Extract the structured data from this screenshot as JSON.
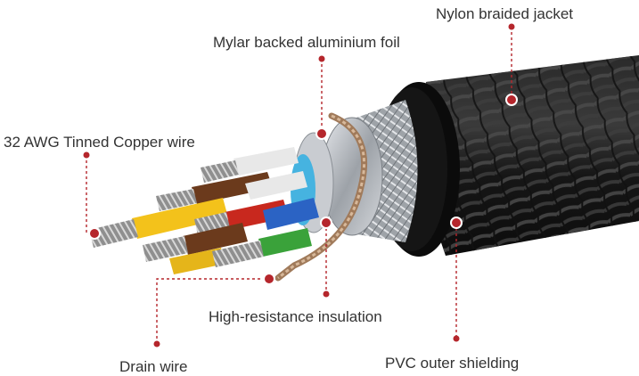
{
  "diagram": {
    "labels": {
      "nylon_jacket": "Nylon braided jacket",
      "mylar_foil": "Mylar backed aluminium foil",
      "awg_wire": "32 AWG Tinned Copper wire",
      "insulation": "High-resistance insulation",
      "drain_wire": "Drain wire",
      "pvc_shielding": "PVC outer shielding"
    },
    "colors": {
      "callout": "#b5262c",
      "label_text": "#333333",
      "jacket": "#1c1c1c",
      "jacket_weave": "#3a3a3a",
      "pvc_layer": "#0a0a0a",
      "foil": "#b8bcc2",
      "copper_wire": "#9a9a9a",
      "insulation_yellow": "#f3c21b",
      "insulation_brown": "#6b3a1c",
      "insulation_red": "#c8281e",
      "insulation_blue": "#2b63c4",
      "insulation_green": "#3aa23a",
      "insulation_white": "#e8e8e8",
      "insulation_cyan": "#39a8d8"
    }
  }
}
